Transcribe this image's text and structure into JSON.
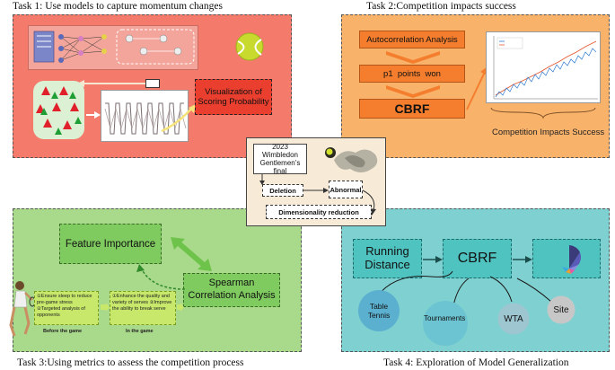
{
  "colors": {
    "task1_bg": "#f47a6c",
    "task2_bg": "#f9b26a",
    "task3_bg": "#a9d98b",
    "task4_bg": "#7fd0d0",
    "center_bg": "#f7ead7"
  },
  "task1": {
    "title": "Task 1: Use models to capture momentum changes",
    "viz_label": "Visualization of Scoring Probability"
  },
  "task2": {
    "title": "Task 2:Competition impacts success",
    "steps": [
      "Autocorrelation Analysis",
      "p1  points  won",
      "CBRF"
    ],
    "caption": "Competition Impacts Success"
  },
  "center": {
    "dataset": "2023 Wimbledon Gentlemen’s final",
    "deletion": "Deletion",
    "abnormal": "Abnormal",
    "dimred": "Dimensionality reduction"
  },
  "task3": {
    "title": "Task 3:Using metrics to assess the competition process",
    "feature_importance": "Feature Importance",
    "spearman": "Spearman Correlation Analysis",
    "before_items": "①Ensure sleep to reduce pre-game stress ②Targeted analysis of opponents",
    "ingame_items": "①Enhance the quality and variety of serves ②Improve the ability to break serve",
    "before_label": "Before the game",
    "ingame_label": "In the game"
  },
  "task4": {
    "title": "Task 4:  Exploration of Model Generalization",
    "running_distance": "Running Distance",
    "cbrf": "CBRF",
    "bubbles": [
      "Table Tennis",
      "Tournaments",
      "WTA",
      "Site"
    ]
  }
}
